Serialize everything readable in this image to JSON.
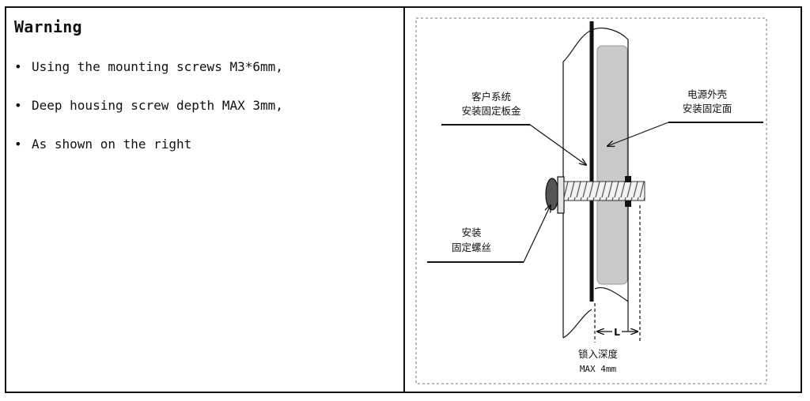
{
  "warning": {
    "title": "Warning",
    "items": [
      "Using the mounting screws M3*6mm,",
      "Deep housing screw depth MAX 3mm,",
      "As shown on the right"
    ]
  },
  "diagram": {
    "label_customer_line1": "客户系统",
    "label_customer_line2": "安装固定板金",
    "label_psu_line1": "电源外壳",
    "label_psu_line2": "安装固定面",
    "label_screw_line1": "安装",
    "label_screw_line2": "固定螺丝",
    "label_length": "L",
    "label_depth_line1": "锁入深度",
    "label_depth_line2": "MAX 4mm",
    "colors": {
      "panel_gray": "#c9c9c9",
      "line": "#111111",
      "screw_head": "#555555"
    }
  }
}
